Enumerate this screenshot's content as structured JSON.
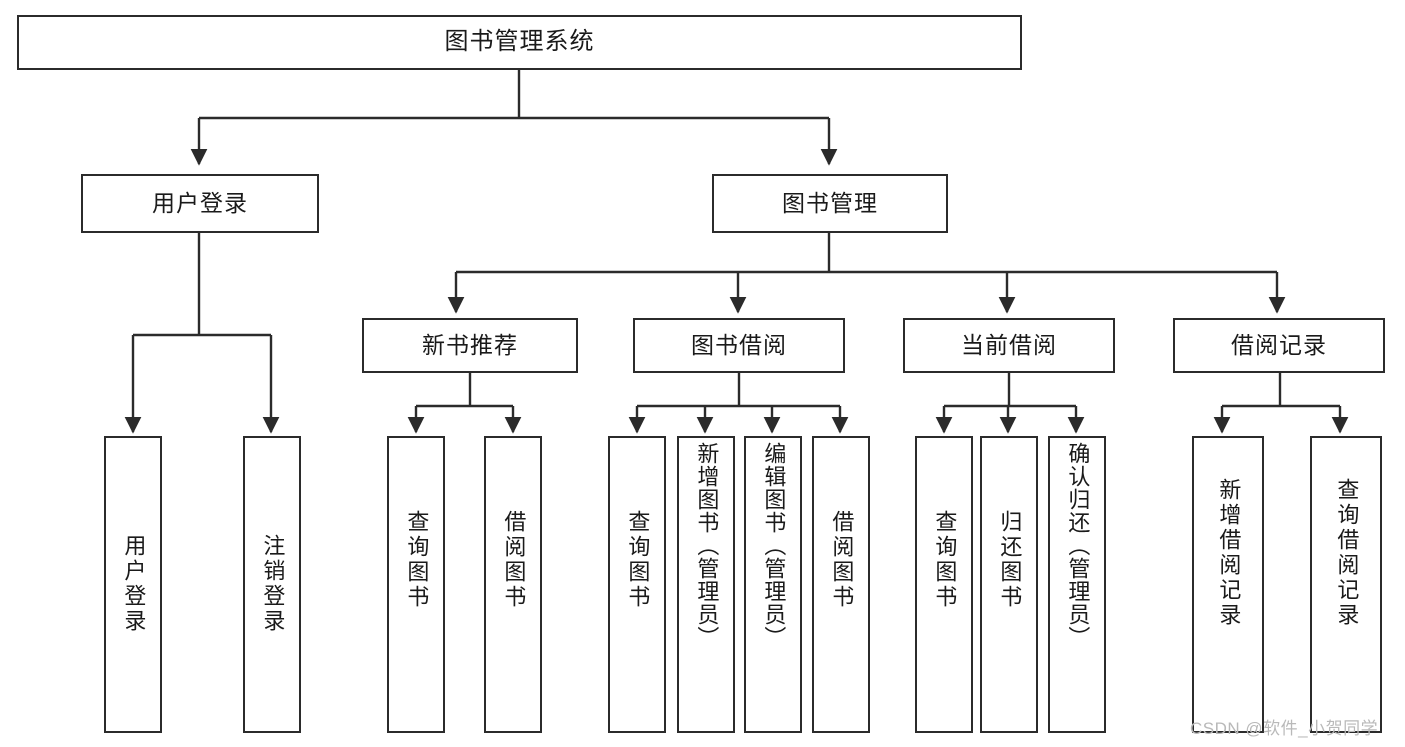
{
  "diagram": {
    "title": "图书管理系统",
    "root": {
      "label": "图书管理系统"
    },
    "level2": [
      {
        "label": "用户登录"
      },
      {
        "label": "图书管理"
      }
    ],
    "level3": [
      {
        "label": "新书推荐"
      },
      {
        "label": "图书借阅"
      },
      {
        "label": "当前借阅"
      },
      {
        "label": "借阅记录"
      }
    ],
    "leaves": {
      "user_login": [
        {
          "label": "用户登录"
        },
        {
          "label": "注销登录"
        }
      ],
      "new_book_recommend": [
        {
          "label": "查询图书"
        },
        {
          "label": "借阅图书"
        }
      ],
      "book_borrow": [
        {
          "label": "查询图书"
        },
        {
          "label": "新增图书（管理员）"
        },
        {
          "label": "编辑图书（管理员）"
        },
        {
          "label": "借阅图书"
        }
      ],
      "current_borrow": [
        {
          "label": "查询图书"
        },
        {
          "label": "归还图书"
        },
        {
          "label": "确认归还（管理员）"
        }
      ],
      "borrow_record": [
        {
          "label": "新增借阅记录"
        },
        {
          "label": "查询借阅记录"
        }
      ]
    },
    "watermark": "CSDN @软件_小贺同学",
    "colors": {
      "stroke": "#2b2b2b",
      "box_fill": "#ffffff",
      "text": "#1a1a1a",
      "watermark": "#b9b9b9"
    }
  }
}
